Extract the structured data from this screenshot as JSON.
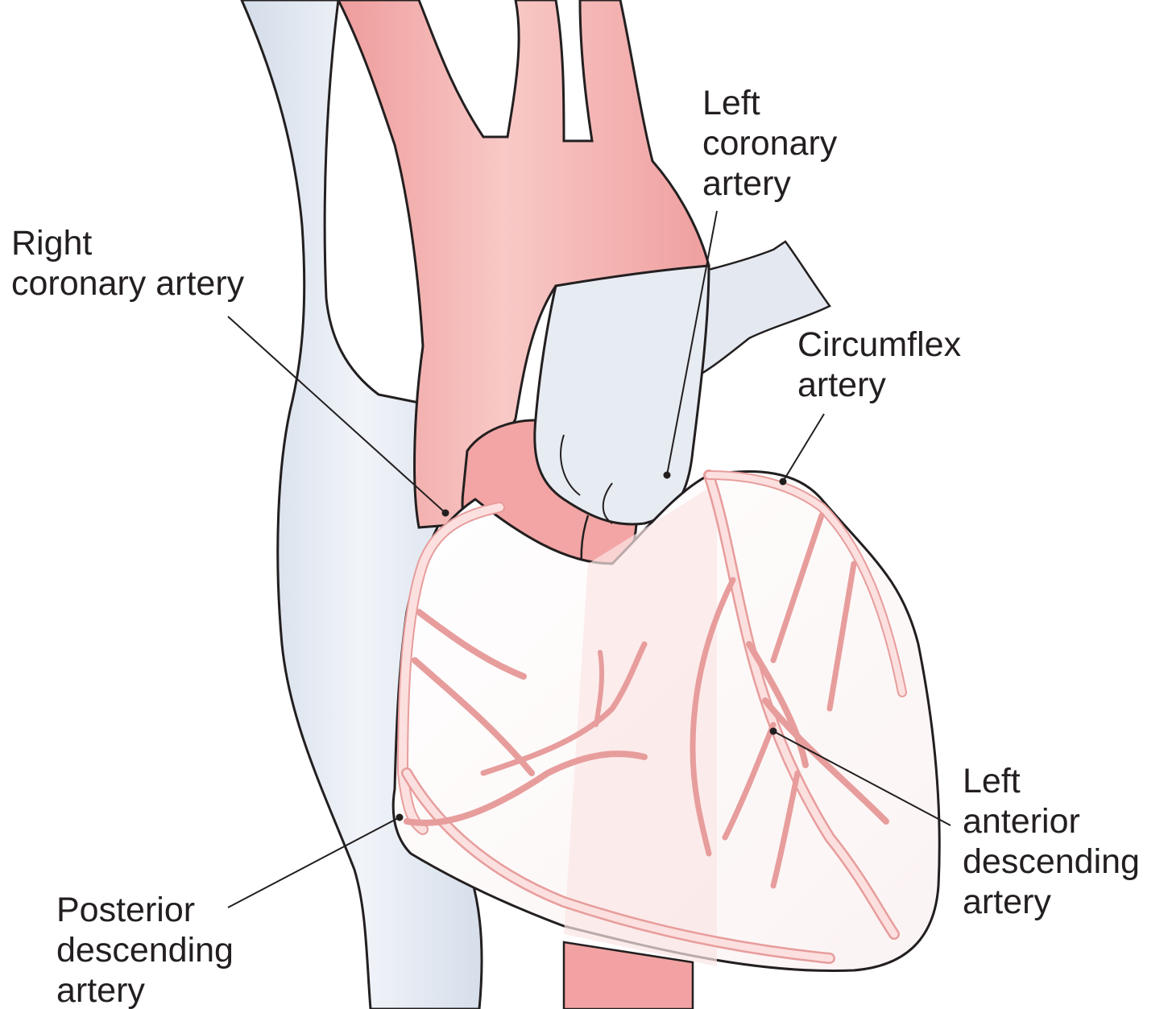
{
  "labels": {
    "left_coronary": [
      "Left",
      "coronary",
      "artery"
    ],
    "right_coronary": [
      "Right",
      "coronary artery"
    ],
    "circumflex": [
      "Circumflex",
      "artery"
    ],
    "left_anterior_descending": [
      "Left",
      "anterior",
      "descending",
      "artery"
    ],
    "posterior_descending": [
      "Posterior",
      "descending",
      "artery"
    ]
  },
  "colors": {
    "artery": "#f2a7a7",
    "artery_light": "#f7c6c4",
    "vein": "#dde4ee",
    "vein_light": "#eef1f6",
    "outline": "#231f20",
    "vessel_branch": "#f0b9b7",
    "background": "#ffffff"
  }
}
